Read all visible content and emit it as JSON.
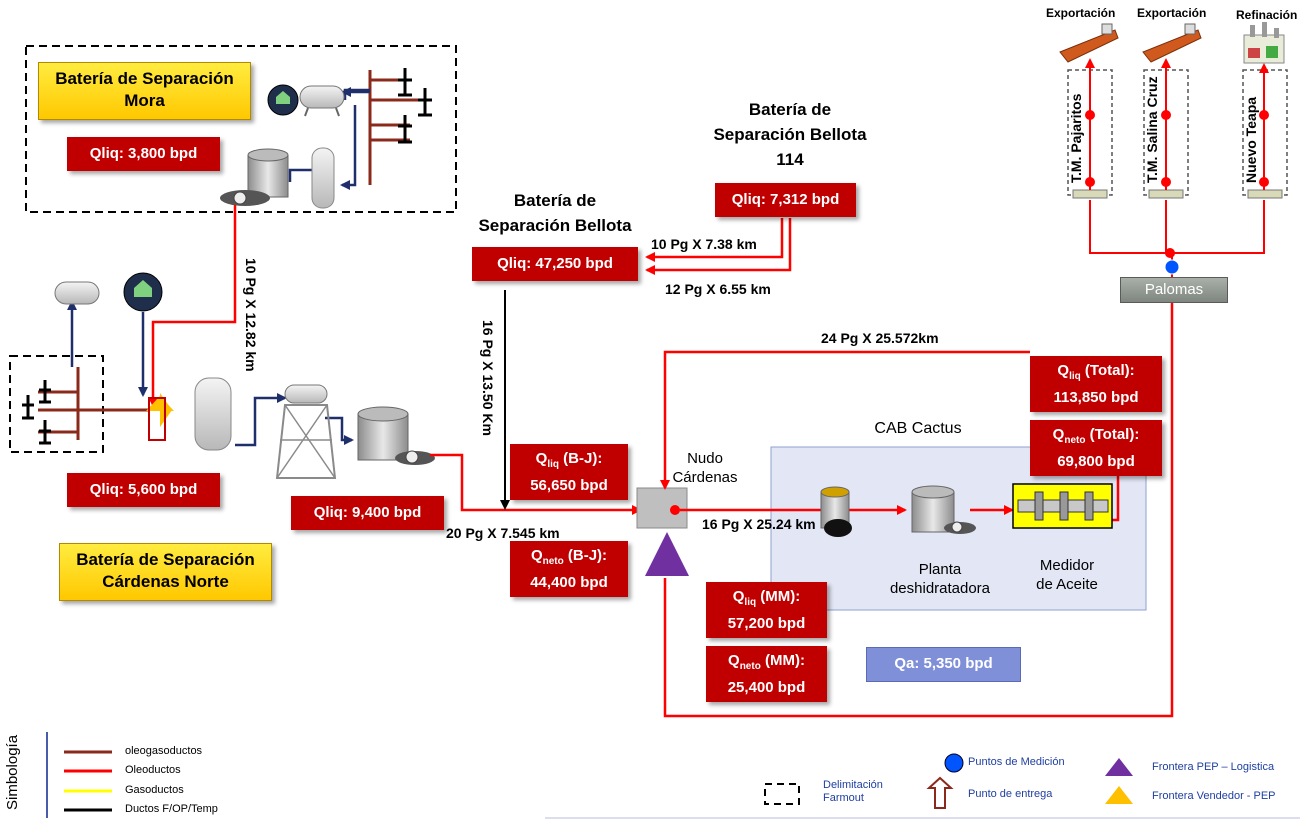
{
  "batteries": {
    "mora": "Batería de Separación Mora",
    "cardenas_norte": "Batería de Separación Cárdenas Norte",
    "bellota": [
      "Batería de",
      "Separación Bellota"
    ],
    "bellota_114": [
      "Batería de",
      "Separación Bellota",
      "114"
    ]
  },
  "flow_boxes": {
    "mora": "Qliq: 3,800 bpd",
    "cardenas_a": "Qliq: 5,600 bpd",
    "cardenas_b": "Qliq: 9,400 bpd",
    "bellota": "Qliq: 47,250 bpd",
    "bellota_114": "Qliq: 7,312 bpd",
    "bj_liq": {
      "q": "Q",
      "sub": "liq",
      "rest": " (B-J):",
      "value": "56,650 bpd"
    },
    "bj_neto": {
      "q": "Q",
      "sub": "neto",
      "rest": " (B-J):",
      "value": "44,400 bpd"
    },
    "mm_liq": {
      "q": "Q",
      "sub": "liq",
      "rest": " (MM):",
      "value": "57,200 bpd"
    },
    "mm_neto": {
      "q": "Q",
      "sub": "neto",
      "rest": " (MM):",
      "value": "25,400 bpd"
    },
    "total_liq": {
      "q": "Q",
      "sub": "liq",
      "rest": " (Total):",
      "value": "113,850 bpd"
    },
    "total_neto": {
      "q": "Q",
      "sub": "neto",
      "rest": " (Total):",
      "value": "69,800 bpd"
    },
    "qa": "Qa:  5,350  bpd"
  },
  "pipelines": {
    "p1": "10 Pg  X 12.82 km",
    "p2": "16 Pg  X 13.50 Km",
    "p3": "10 Pg X 7.38 km",
    "p4": "12 Pg X 6.55 km",
    "p5": "24 Pg X 25.572km",
    "p6": "20 Pg X 7.545 km",
    "p7": "16 Pg X 25.24 km"
  },
  "nodes": {
    "nudo": [
      "Nudo",
      "Cárdenas"
    ],
    "cab": "CAB Cactus",
    "planta": [
      "Planta",
      "deshidratadora"
    ],
    "medidor": [
      "Medidor",
      "de Aceite"
    ],
    "palomas": "Palomas"
  },
  "destinations": {
    "top": [
      "Exportación",
      "Exportación",
      "Refinación"
    ],
    "terminals": [
      "T.M.   Pajaritos",
      "T.M. Salina Cruz",
      "Nuevo Teapa"
    ]
  },
  "legend": {
    "title": "Simbología",
    "lines": [
      {
        "label": "oleogasoductos",
        "color": "#8b2a1a"
      },
      {
        "label": "Oleoductos",
        "color": "#ff0000"
      },
      {
        "label": "Gasoductos",
        "color": "#ffff00"
      },
      {
        "label": "Ductos F/OP/Temp",
        "color": "#000000"
      }
    ],
    "farmout": [
      "Delimitación",
      "Farmout"
    ],
    "medicion": "Puntos de Medición",
    "entrega": "Punto de entrega",
    "frontera_logistica": "Frontera PEP – Logistica",
    "frontera_vendedor": "Frontera Vendedor - PEP"
  },
  "colors": {
    "oil": "#ff0000",
    "oleogas": "#8b2a1a",
    "gas_blue": "#1f2f6b",
    "box_red": "#c00000",
    "gold": "#ffd400",
    "purple": "#7030a0",
    "orange": "#ffc000"
  }
}
